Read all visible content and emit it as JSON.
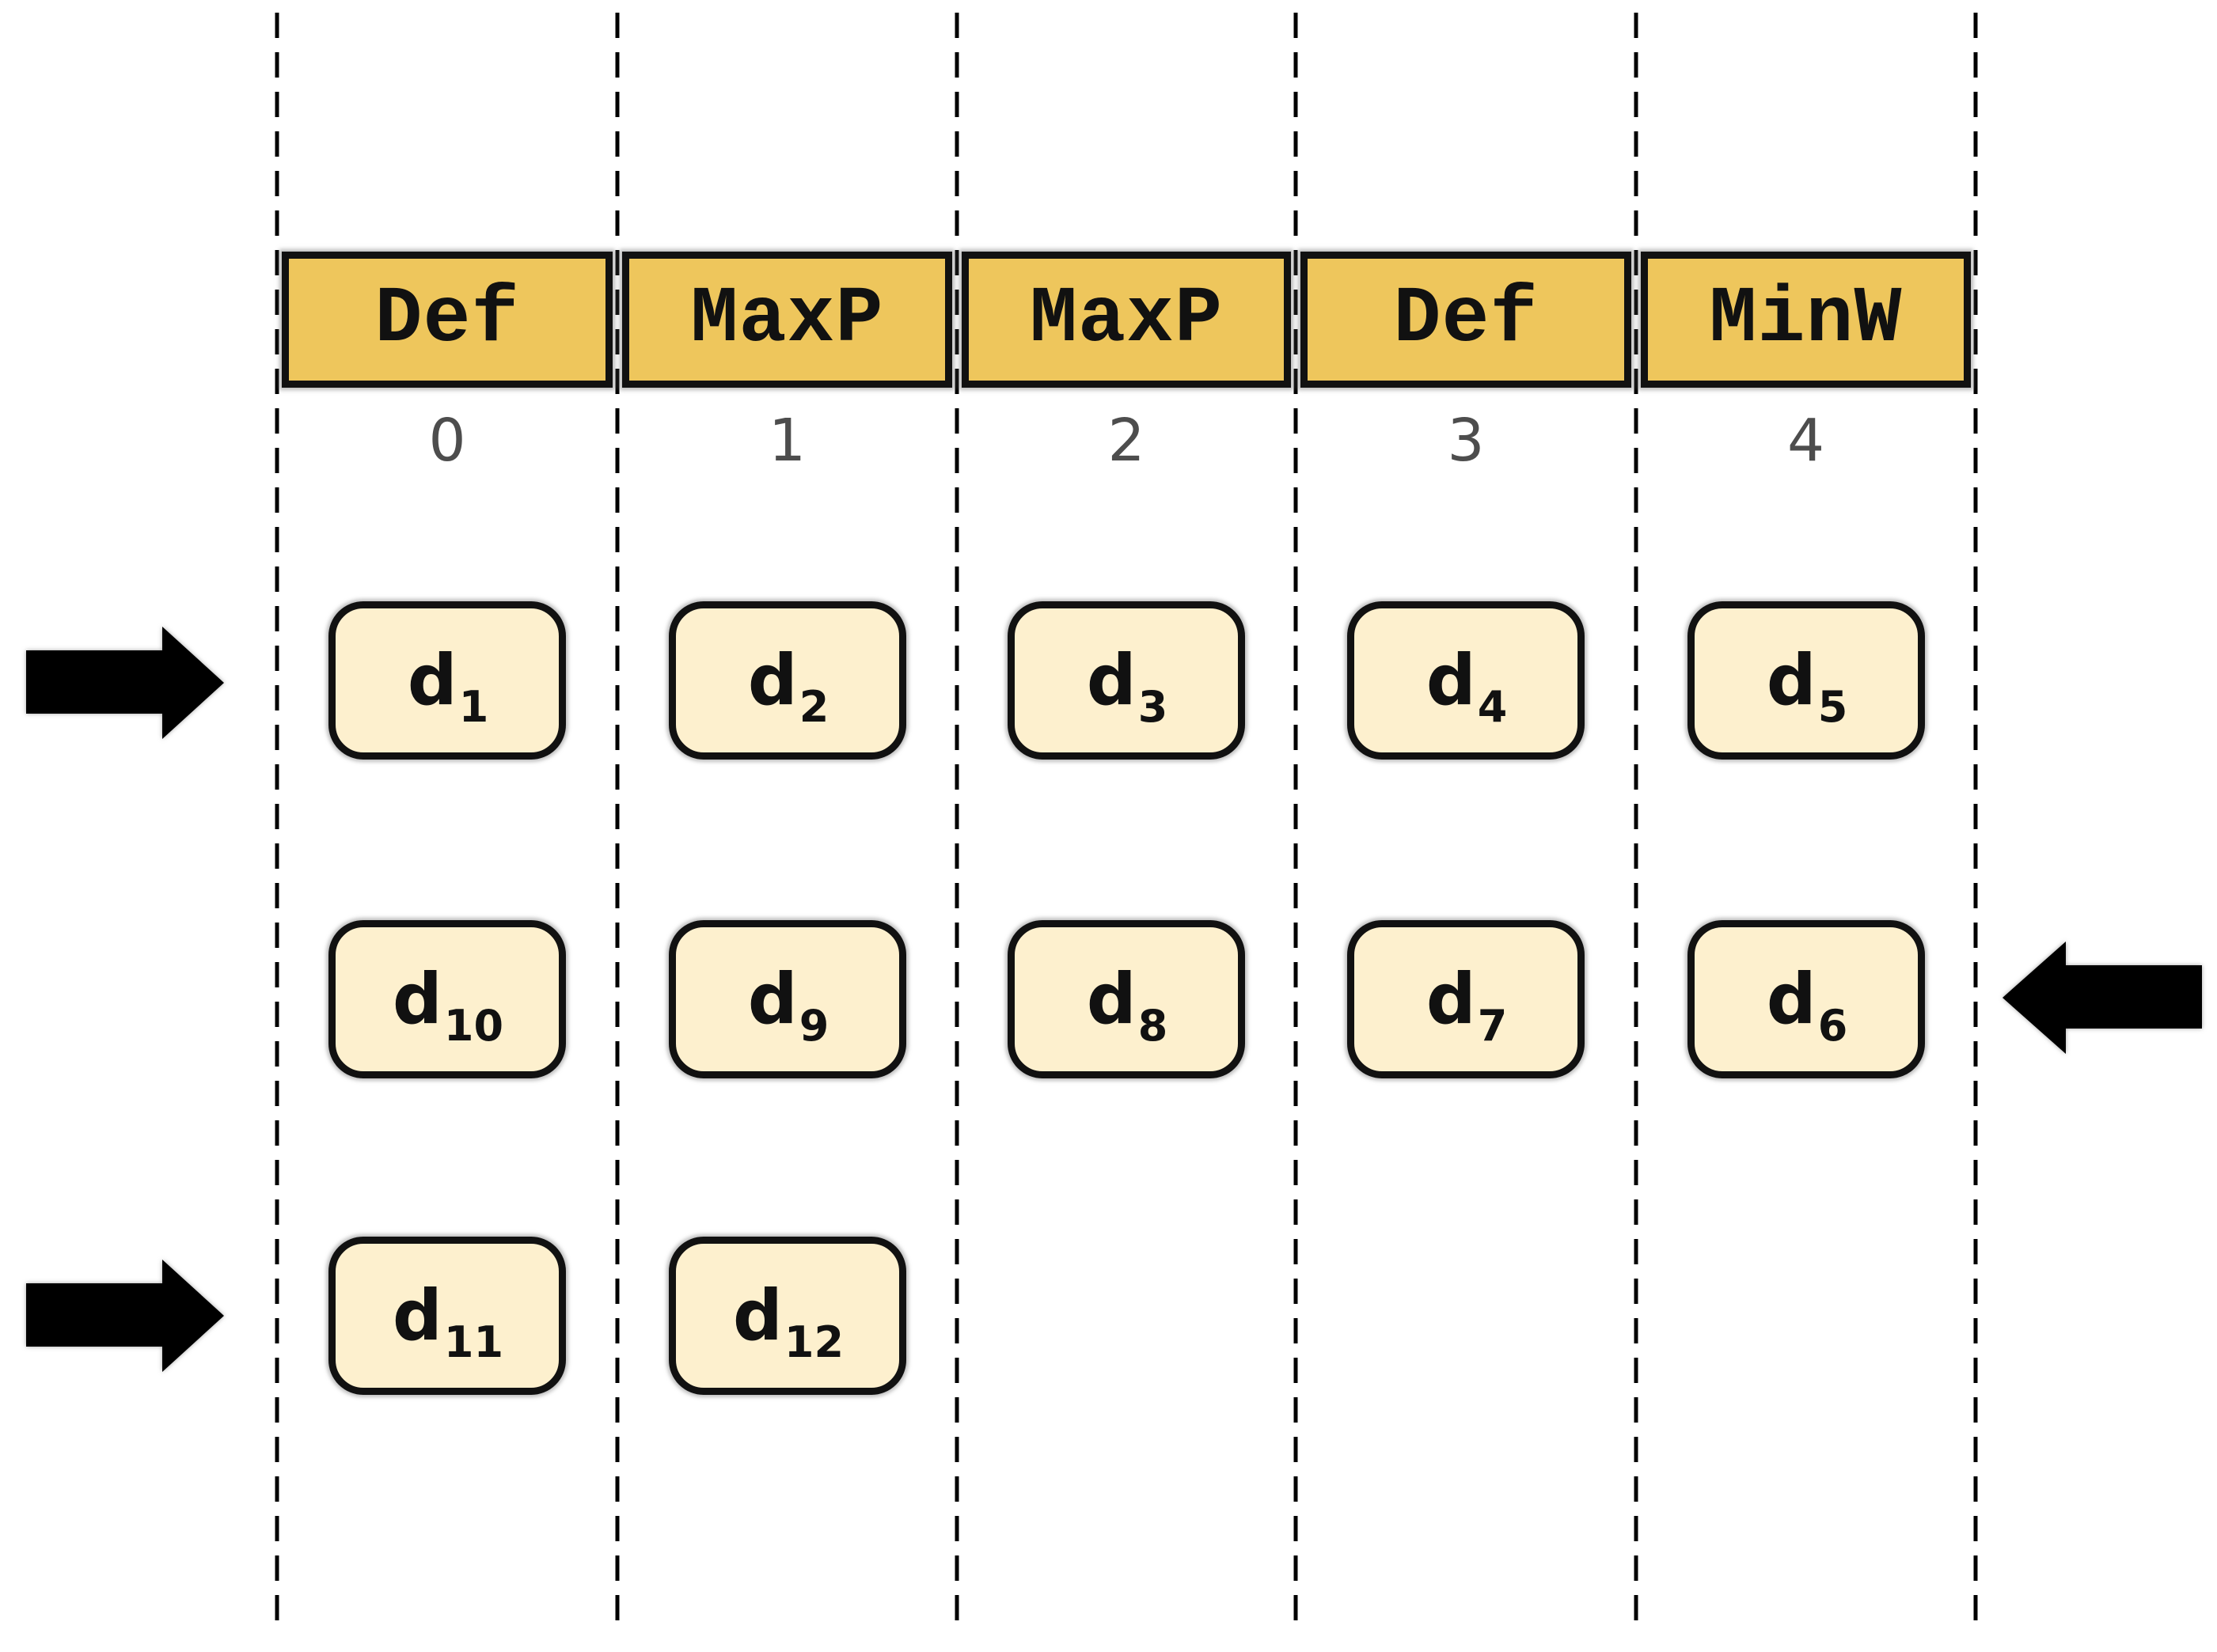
{
  "diagram": {
    "columns": [
      {
        "policy": "Def",
        "index": "0"
      },
      {
        "policy": "MaxP",
        "index": "1"
      },
      {
        "policy": "MaxP",
        "index": "2"
      },
      {
        "policy": "Def",
        "index": "3"
      },
      {
        "policy": "MinW",
        "index": "4"
      }
    ],
    "cells": [
      {
        "base": "d",
        "sub": "1"
      },
      {
        "base": "d",
        "sub": "2"
      },
      {
        "base": "d",
        "sub": "3"
      },
      {
        "base": "d",
        "sub": "4"
      },
      {
        "base": "d",
        "sub": "5"
      },
      {
        "base": "d",
        "sub": "6"
      },
      {
        "base": "d",
        "sub": "7"
      },
      {
        "base": "d",
        "sub": "8"
      },
      {
        "base": "d",
        "sub": "9"
      },
      {
        "base": "d",
        "sub": "10"
      },
      {
        "base": "d",
        "sub": "11"
      },
      {
        "base": "d",
        "sub": "12"
      }
    ],
    "arrows": [
      {
        "direction": "right",
        "row": 1
      },
      {
        "direction": "left",
        "row": 2
      },
      {
        "direction": "right",
        "row": 3
      }
    ],
    "colors": {
      "header_fill": "#EEC65C",
      "cell_fill": "#FDF0CE",
      "outline": "#111111",
      "index_text": "#4d4d4d",
      "arrow": "#000000"
    }
  }
}
